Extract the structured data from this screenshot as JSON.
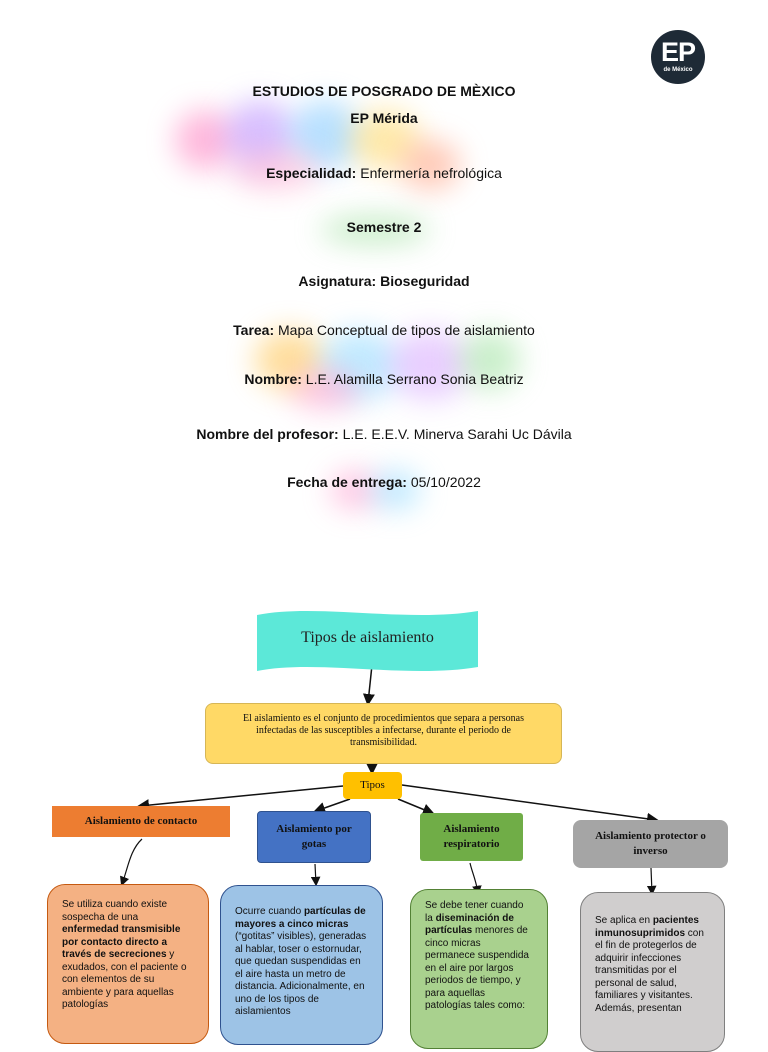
{
  "logo": {
    "main": "EP",
    "sub": "de México"
  },
  "header": {
    "institution": "ESTUDIOS DE POSGRADO DE MÈXICO",
    "campus": "EP Mérida",
    "specialty_label": "Especialidad:",
    "specialty_value": "Enfermería nefrológica",
    "semester": "Semestre 2",
    "subject_label": "Asignatura:",
    "subject_value": "Bioseguridad",
    "task_label": "Tarea:",
    "task_value": "Mapa Conceptual de tipos de aislamiento",
    "name_label": "Nombre:",
    "name_value": "L.E. Alamilla Serrano Sonia Beatriz",
    "teacher_label": "Nombre del profesor:",
    "teacher_value": "L.E. E.E.V. Minerva Sarahi Uc Dávila",
    "date_label": "Fecha de entrega:",
    "date_value": "05/10/2022"
  },
  "map": {
    "title": "Tipos de aislamiento",
    "definition": "El aislamiento es el conjunto de procedimientos que separa a personas infectadas de las susceptibles a infectarse, durante el periodo de transmisibilidad.",
    "tipos_label": "Tipos",
    "categories": [
      {
        "label": "Aislamiento de contacto",
        "color": "#ed7d31",
        "desc": [
          {
            "t": "Se utiliza cuando existe sospecha de una ",
            "b": false
          },
          {
            "t": "enfermedad transmisible por contacto directo a través de secreciones",
            "b": true
          },
          {
            "t": " y exudados, con el paciente o con elementos de su ambiente y para aquellas patologías",
            "b": false
          }
        ],
        "desc_color": "#f4b183"
      },
      {
        "label": "Aislamiento por gotas",
        "color": "#4472c4",
        "desc": [
          {
            "t": "Ocurre cuando ",
            "b": false
          },
          {
            "t": "partículas de mayores a cinco micras",
            "b": true
          },
          {
            "t": " (“gotitas” visibles), generadas al hablar, toser o estornudar, que quedan suspendidas en el aire hasta un metro de distancia. Adicionalmente, en uno de los tipos de aislamientos",
            "b": false
          }
        ],
        "desc_color": "#9dc3e6"
      },
      {
        "label": "Aislamiento respiratorio",
        "color": "#70ad47",
        "desc": [
          {
            "t": "Se debe tener cuando la ",
            "b": false
          },
          {
            "t": "diseminación de partículas",
            "b": true
          },
          {
            "t": " menores de cinco micras permanece suspendida en el aire por largos periodos de tiempo, y para aquellas patologías tales como:",
            "b": false
          }
        ],
        "desc_color": "#a9d18e"
      },
      {
        "label": "Aislamiento protector o inverso",
        "color": "#a5a5a5",
        "desc": [
          {
            "t": "Se aplica en ",
            "b": false
          },
          {
            "t": "pacientes inmunosuprimidos",
            "b": true
          },
          {
            "t": " con el fin de protegerlos de adquirir infecciones transmitidas por el personal de salud, familiares y visitantes. Además, presentan",
            "b": false
          }
        ],
        "desc_color": "#d0cece"
      }
    ]
  }
}
